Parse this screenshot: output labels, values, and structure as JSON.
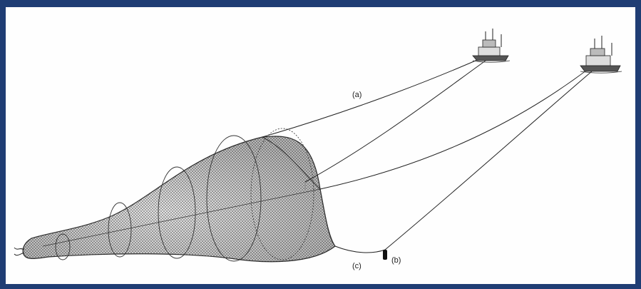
{
  "figure": {
    "labels": {
      "a": "(a)",
      "b": "(b)",
      "c": "(c)"
    }
  },
  "colors": {
    "border": "#1f3d74",
    "background": "#fefefe",
    "ink": "#222222"
  }
}
